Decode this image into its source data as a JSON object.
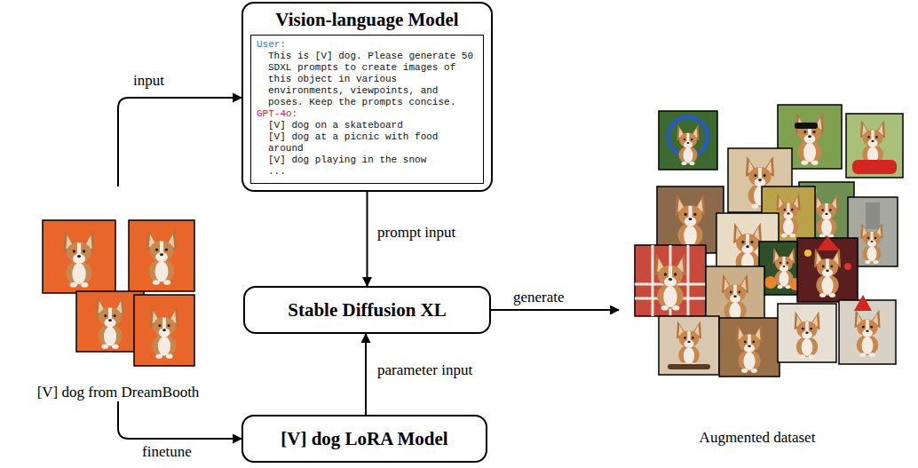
{
  "diagram": {
    "nodes": [
      {
        "text": [
          "Vision-language Model"
        ]
      },
      {
        "text": [
          "User:",
          "This is [V] dog. Please generate 50 SDXL prompts to create images of this object in various environments, viewpoints, and poses. Keep the prompts concise.",
          "GPT-4o:",
          "[V] dog on a skateboard",
          "[V] dog at a picnic with food around",
          "[V] dog playing in the snow",
          "..."
        ],
        "in": 0
      },
      {
        "text": [
          "[V] dog from DreamBooth"
        ]
      },
      {
        "text": [
          "Stable Diffusion XL"
        ]
      },
      {
        "text": [
          "Augmented dataset"
        ]
      },
      {
        "text": [
          "[V] dog LoRA Model"
        ]
      }
    ],
    "edges": [
      {
        "from": 2,
        "to": 0,
        "label": "input",
        "arrow": "to"
      },
      {
        "from": 0,
        "to": 3,
        "label": "prompt input",
        "arrow": "to"
      },
      {
        "from": 2,
        "to": 5,
        "label": "finetune",
        "arrow": "to"
      },
      {
        "from": 5,
        "to": 3,
        "label": "parameter input",
        "arrow": "to"
      },
      {
        "from": 3,
        "to": 4,
        "label": "generate",
        "arrow": "to"
      }
    ]
  }
}
